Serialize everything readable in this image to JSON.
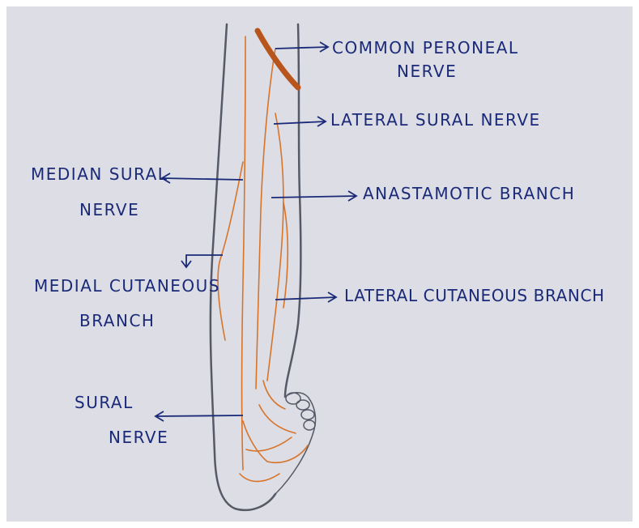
{
  "colors": {
    "paper": "#dcdde5",
    "ink": "#1a2a78",
    "outline": "#555a66",
    "nerve": "#d8742a",
    "nerve_thick": "#b8551c"
  },
  "labels": {
    "common_peroneal_1": "COMMON PERONEAL",
    "common_peroneal_2": "NERVE",
    "lateral_sural": "LATERAL SURAL NERVE",
    "median_sural_1": "MEDIAN SURAL",
    "median_sural_2": "NERVE",
    "anastomotic": "ANASTAMOTIC BRANCH",
    "medial_cutaneous_1": "MEDIAL CUTANEOUS",
    "medial_cutaneous_2": "BRANCH",
    "lateral_cutaneous": "LATERAL CUTANEOUS BRANCH",
    "sural_1": "SURAL",
    "sural_2": "NERVE"
  }
}
